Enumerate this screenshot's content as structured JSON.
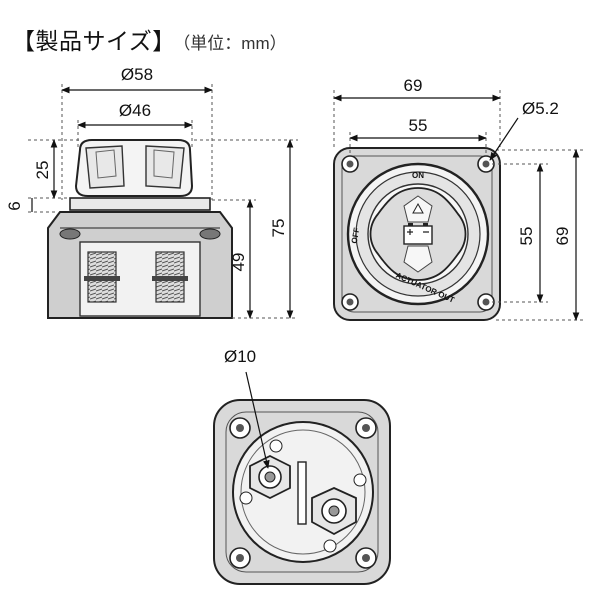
{
  "header": {
    "title": "【製品サイズ】",
    "unit_note": "（単位：mm）"
  },
  "side_view": {
    "dims": {
      "width_outer": "Ø58",
      "width_knob": "Ø46",
      "knob_height": "25",
      "gap_height": "6",
      "body_height": "49",
      "total_height": "75"
    }
  },
  "front_view": {
    "dims": {
      "width": "69",
      "hole_spacing_h": "55",
      "hole_diameter": "Ø5.2",
      "hole_spacing_v": "55",
      "height": "69"
    },
    "labels": {
      "on": "ON",
      "off": "OFF",
      "actuator": "ACTUATOR OUT"
    }
  },
  "back_view": {
    "dims": {
      "stud_diameter": "Ø10"
    }
  }
}
